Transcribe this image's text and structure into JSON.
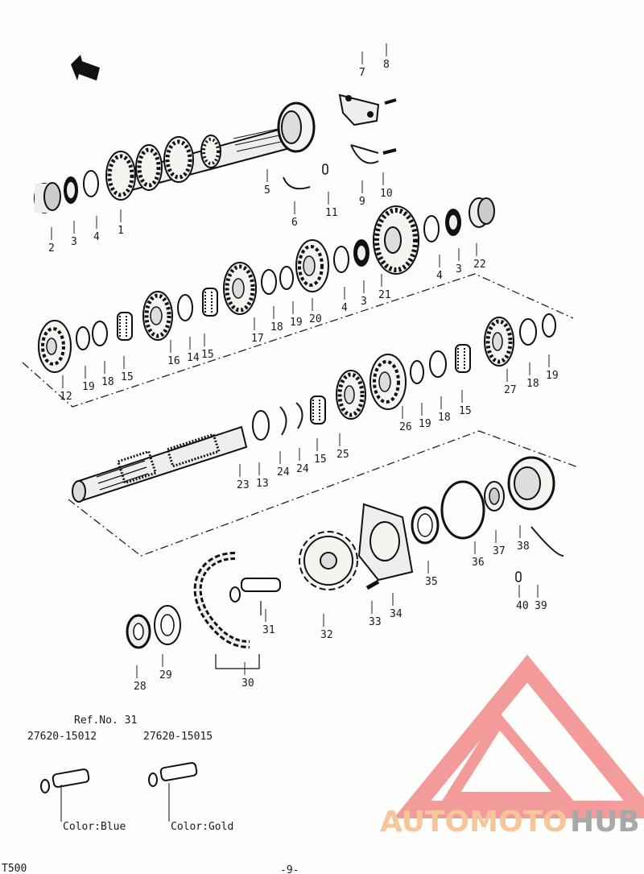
{
  "parts": [
    {
      "num": "1"
    },
    {
      "num": "2"
    },
    {
      "num": "3"
    },
    {
      "num": "4"
    },
    {
      "num": "5"
    },
    {
      "num": "6"
    },
    {
      "num": "7"
    },
    {
      "num": "8"
    },
    {
      "num": "9"
    },
    {
      "num": "10"
    },
    {
      "num": "11"
    },
    {
      "num": "22"
    },
    {
      "num": "3"
    },
    {
      "num": "4"
    },
    {
      "num": "21"
    },
    {
      "num": "3"
    },
    {
      "num": "4"
    },
    {
      "num": "20"
    },
    {
      "num": "19"
    },
    {
      "num": "18"
    },
    {
      "num": "17"
    },
    {
      "num": "15"
    },
    {
      "num": "14"
    },
    {
      "num": "16"
    },
    {
      "num": "15"
    },
    {
      "num": "18"
    },
    {
      "num": "19"
    },
    {
      "num": "12"
    },
    {
      "num": "27"
    },
    {
      "num": "18"
    },
    {
      "num": "19"
    },
    {
      "num": "26"
    },
    {
      "num": "19"
    },
    {
      "num": "18"
    },
    {
      "num": "15"
    },
    {
      "num": "25"
    },
    {
      "num": "15"
    },
    {
      "num": "24"
    },
    {
      "num": "24"
    },
    {
      "num": "13"
    },
    {
      "num": "23"
    },
    {
      "num": "38"
    },
    {
      "num": "37"
    },
    {
      "num": "36"
    },
    {
      "num": "35"
    },
    {
      "num": "39"
    },
    {
      "num": "40"
    },
    {
      "num": "34"
    },
    {
      "num": "33"
    },
    {
      "num": "32"
    },
    {
      "num": "31"
    },
    {
      "num": "30"
    },
    {
      "num": "29"
    },
    {
      "num": "28"
    }
  ],
  "ref_block": {
    "title": "Ref.No. 31",
    "variants": [
      {
        "part_no": "27620-15012",
        "color": "Color:Blue"
      },
      {
        "part_no": "27620-15015",
        "color": "Color:Gold"
      }
    ]
  },
  "footer": {
    "model": "T500",
    "page": "-9-"
  },
  "watermark": {
    "word_a": "AUTOMOTO",
    "word_b": "HUB",
    "color_a": "#f7c59a",
    "color_b": "#a8a8a8",
    "logo_color": "#f28b8b"
  }
}
